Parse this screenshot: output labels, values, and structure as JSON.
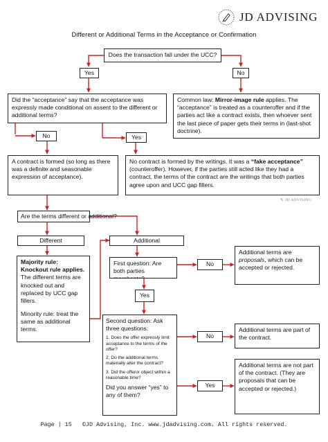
{
  "header": {
    "brand": "JD ADVISING",
    "logo_icon": "jd-advising-seal-icon"
  },
  "title": "Different or Additional Terms in the Acceptance or Confirmation",
  "nodes": {
    "q_ucc": "Does the transaction fall under the UCC?",
    "yes_1": "Yes",
    "no_1": "No",
    "q_acceptance": "Did the “acceptance” say that the acceptance was expressly made conditional on assent to the different or additional terms?",
    "common_law": {
      "prefix": "Common law: ",
      "bold": "Mirror-image rule",
      "suffix": " applies. The “acceptance” is treated as a counteroffer and if the parties act like a contract exists, then whoever sent the last piece of paper gets their terms in (last-shot doctrine)."
    },
    "no_2": "No",
    "yes_2": "Yes",
    "contract_formed": "A contract is formed (so long as there was a definite and seasonable expression of acceptance).",
    "no_contract": {
      "prefix": "No contract is formed by the writings. It was a ",
      "bold": "“fake acceptance”",
      "suffix": " (counteroffer). However, if the parties still acted like they had a contract, the terms of the contract are the writings that both parties agree upon and UCC gap fillers."
    },
    "watermark": "JD ADVISING",
    "q_terms": "Are the terms different or additional?",
    "different": "Different",
    "additional": "Additional",
    "majority": {
      "bold": "Majority rule: Knockout rule applies.",
      "text": "The different terms are knocked out and replaced by UCC gap fillers.",
      "minority": "Minority rule: treat the same as additional terms."
    },
    "first_q": "First question: Are both parties merchants?",
    "no_3": "No",
    "proposals": {
      "prefix": "Additional terms are ",
      "italic": "proposals",
      "suffix": ", which can be accepted or rejected."
    },
    "yes_3": "Yes",
    "second_q": {
      "intro": "Second question: Ask three questions:",
      "q1": "1. Does the offer expressly limit acceptance to the terms of the offer?",
      "q2": "2. Do the additional terms materially alter the contract?",
      "q3": "3. Did the offeror object within a reasonable time?",
      "ask": "Did you answer “yes” to any of them?"
    },
    "no_4": "No",
    "part_of_contract": "Additional terms are part of the contract.",
    "yes_4": "Yes",
    "not_part": "Additional terms are not part of the contract. (They are proposals that can be accepted or rejected.)"
  },
  "footer": "Page | 15   ©JD Advising, Inc. www.jdadvising.com. All rights reserved.",
  "colors": {
    "arrow": "#cc2222",
    "border": "#222222"
  }
}
